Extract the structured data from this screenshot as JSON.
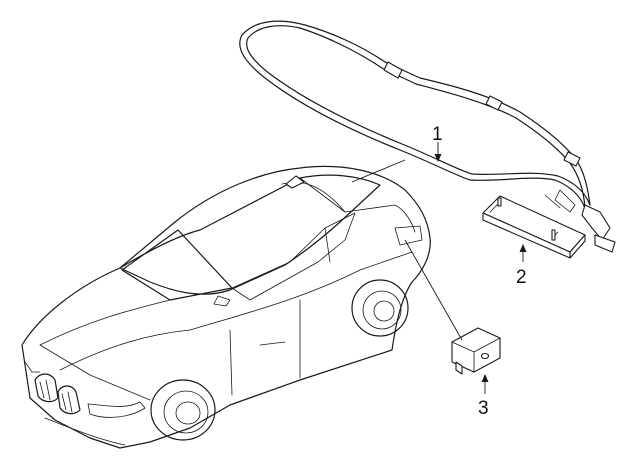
{
  "callouts": [
    {
      "id": "cable",
      "label": "1"
    },
    {
      "id": "module",
      "label": "2"
    },
    {
      "id": "sensor",
      "label": "3"
    }
  ],
  "colors": {
    "line": "#1a1a1a",
    "background": "#ffffff"
  }
}
